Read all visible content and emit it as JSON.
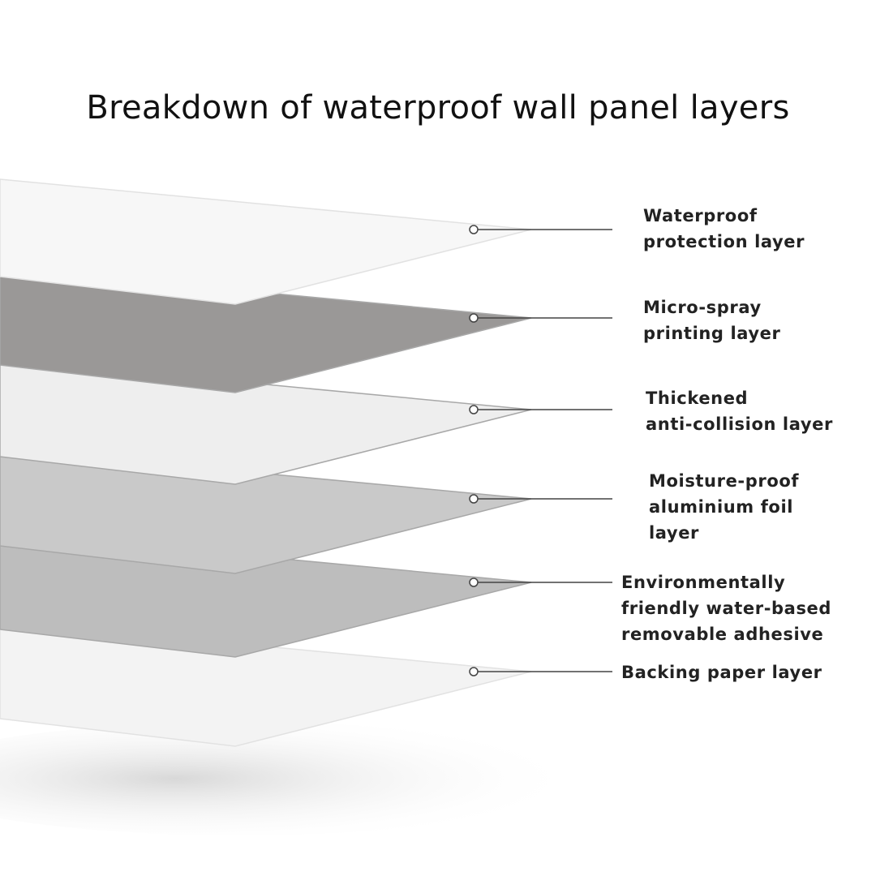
{
  "title": "Breakdown of waterproof wall panel layers",
  "layers": [
    {
      "label": "Waterproof\nprotection layer",
      "fill": "#f7f7f7"
    },
    {
      "label": "Micro-spray\n printing layer",
      "fill": "#9a9897"
    },
    {
      "label": "Thickened\nanti-collision layer",
      "fill": "#eeeeee"
    },
    {
      "label": "Moisture-proof\naluminium foil\nlayer",
      "fill": "#c9c9c9"
    },
    {
      "label": "Environmentally\nfriendly water-based\nremovable adhesive",
      "fill": "#bdbdbd"
    },
    {
      "label": "Backing paper layer",
      "fill": "#f3f3f3"
    }
  ]
}
